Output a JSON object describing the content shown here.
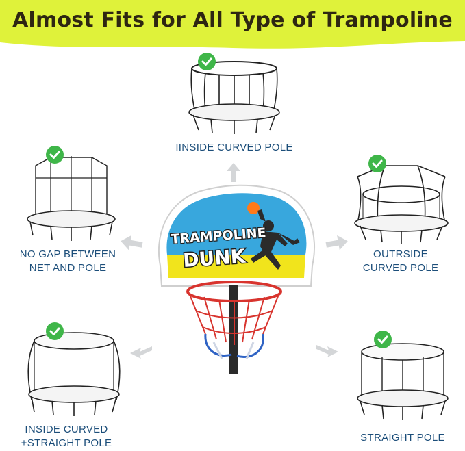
{
  "title": "Almost Fits for All Type of Trampoline",
  "colors": {
    "banner": "#dff23a",
    "title_text": "#2e2612",
    "label_text": "#1c4e7a",
    "check": "#3fb649",
    "arrow": "#d4d6d8",
    "board_blue": "#38a7dd",
    "board_yellow": "#f1e41c",
    "rim": "#d8342e"
  },
  "backboard": {
    "logo_line1": "TRAMPOLINE",
    "logo_line2": "DUNK"
  },
  "options": [
    {
      "label_line1": "IINSIDE CURVED POLE",
      "label_line2": "",
      "icon": "check-icon"
    },
    {
      "label_line1": "NO GAP BETWEEN",
      "label_line2": "NET AND POLE",
      "icon": "check-icon"
    },
    {
      "label_line1": "OUTRSIDE",
      "label_line2": "CURVED POLE",
      "icon": "check-icon"
    },
    {
      "label_line1": "INSIDE CURVED",
      "label_line2": "+STRAIGHT POLE",
      "icon": "check-icon"
    },
    {
      "label_line1": "STRAIGHT POLE",
      "label_line2": "",
      "icon": "check-icon"
    }
  ]
}
